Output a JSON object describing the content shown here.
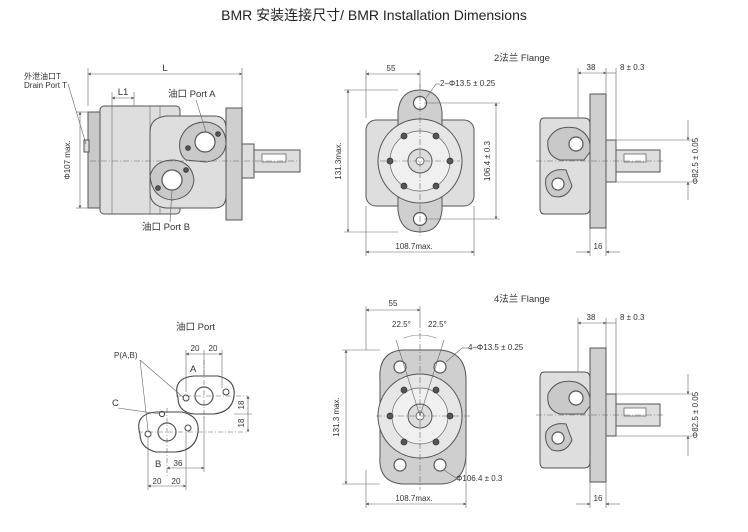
{
  "title": "BMR 安装连接尺寸/ BMR Installation Dimensions",
  "side_view": {
    "dim_L": "L",
    "dim_L1": "L1",
    "diameter": "Φ107 max.",
    "drain_cn": "外泄油口T",
    "drain_en": "Drain Port T",
    "port_a": "油口 Port A",
    "port_b": "油口 Port B"
  },
  "flange2": {
    "label": "2法兰 Flange",
    "dim_55": "55",
    "holes": "2–Φ13.5 ± 0.25",
    "height": "131.3max.",
    "bolt_circle": "106.4 ± 0.3",
    "width": "108.7max."
  },
  "flange2_side": {
    "dim_38": "38",
    "dim_8": "8 ± 0.3",
    "pilot": "Φ82.5 ± 0.05",
    "dim_16": "16"
  },
  "port_detail": {
    "label": "油口 Port",
    "p_label": "P(A,B)",
    "a": "A",
    "b": "B",
    "c": "C",
    "d20a": "20",
    "d20b": "20",
    "d18a": "18",
    "d18b": "18",
    "d36": "36",
    "d20c": "20",
    "d20d": "20"
  },
  "flange4": {
    "label": "4法兰 Flange",
    "dim_55": "55",
    "angle1": "22.5°",
    "angle2": "22.5°",
    "holes": "4–Φ13.5 ± 0.25",
    "height": "131.3 max.",
    "bolt_circle": "Φ106.4 ± 0.3",
    "width": "108.7max."
  },
  "flange4_side": {
    "dim_38": "38",
    "dim_8": "8 ± 0.3",
    "pilot": "Φ82.5 ± 0.05",
    "dim_16": "16"
  }
}
